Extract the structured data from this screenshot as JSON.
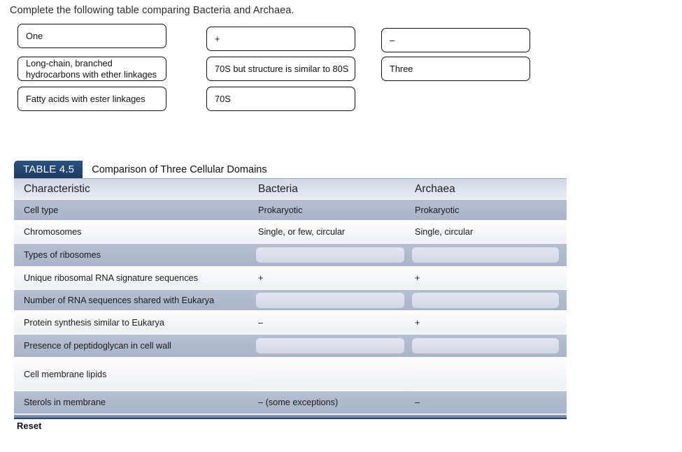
{
  "prompt": "Complete the following table comparing Bacteria and Archaea.",
  "tiles": [
    {
      "id": "tile-one",
      "label": "One",
      "col": 1,
      "row": 1
    },
    {
      "id": "tile-ether-lipids",
      "label": "Long-chain, branched\nhydrocarbons with ether linkages",
      "col": 1,
      "row": 2
    },
    {
      "id": "tile-ester-lipids",
      "label": "Fatty acids with  ester linkages",
      "col": 1,
      "row": 3
    },
    {
      "id": "tile-plus",
      "label": "+",
      "col": 2,
      "row": 1
    },
    {
      "id": "tile-70s-like-80s",
      "label": "70S but structure is similar to 80S",
      "col": 2,
      "row": 2
    },
    {
      "id": "tile-70s",
      "label": "70S",
      "col": 2,
      "row": 3
    },
    {
      "id": "tile-minus",
      "label": "–",
      "col": 3,
      "row": 1
    },
    {
      "id": "tile-three",
      "label": "Three",
      "col": 3,
      "row": 2
    }
  ],
  "table": {
    "badge": "TABLE 4.5",
    "title": "Comparison of Three Cellular Domains",
    "columns": [
      "Characteristic",
      "Bacteria",
      "Archaea"
    ],
    "rows": [
      {
        "characteristic": "Cell type",
        "bacteria": "Prokaryotic",
        "archaea": "Prokaryotic",
        "bacteria_drop": false,
        "archaea_drop": false,
        "shade": "dark",
        "height": "h30"
      },
      {
        "characteristic": "Chromosomes",
        "bacteria": "Single, or few, circular",
        "archaea": "Single, circular",
        "bacteria_drop": false,
        "archaea_drop": false,
        "shade": "light",
        "height": "h33"
      },
      {
        "characteristic": "Types of ribosomes",
        "bacteria": "",
        "archaea": "",
        "bacteria_drop": true,
        "archaea_drop": true,
        "shade": "dark",
        "height": "h33"
      },
      {
        "characteristic": "Unique ribosomal RNA signature sequences",
        "bacteria": "+",
        "archaea": "+",
        "bacteria_drop": false,
        "archaea_drop": false,
        "shade": "light",
        "height": "h33"
      },
      {
        "characteristic": "Number of RNA sequences shared with Eukarya",
        "bacteria": "",
        "archaea": "",
        "bacteria_drop": true,
        "archaea_drop": true,
        "shade": "dark",
        "height": "h30"
      },
      {
        "characteristic": "Protein synthesis similar to Eukarya",
        "bacteria": "–",
        "archaea": "+",
        "bacteria_drop": false,
        "archaea_drop": false,
        "shade": "light",
        "height": "h34"
      },
      {
        "characteristic": "Presence of peptidoglycan in cell wall",
        "bacteria": "",
        "archaea": "",
        "bacteria_drop": true,
        "archaea_drop": true,
        "shade": "dark",
        "height": "h33"
      },
      {
        "characteristic": "Cell membrane lipids",
        "bacteria": "",
        "archaea": "",
        "bacteria_drop": true,
        "archaea_drop": true,
        "shade": "light",
        "height": "h48",
        "tall": true
      },
      {
        "characteristic": "Sterols in membrane",
        "bacteria": "– (some exceptions)",
        "archaea": "–",
        "bacteria_drop": false,
        "archaea_drop": false,
        "shade": "dark",
        "height": "h33"
      }
    ]
  },
  "reset_label": "Reset",
  "colors": {
    "badge_navy": "#1d3b63",
    "row_dark": "#aab4ca",
    "row_light": "#eef1f5",
    "dropzone": "#d2d8e4",
    "bottom_rule": "#2d4a74"
  }
}
